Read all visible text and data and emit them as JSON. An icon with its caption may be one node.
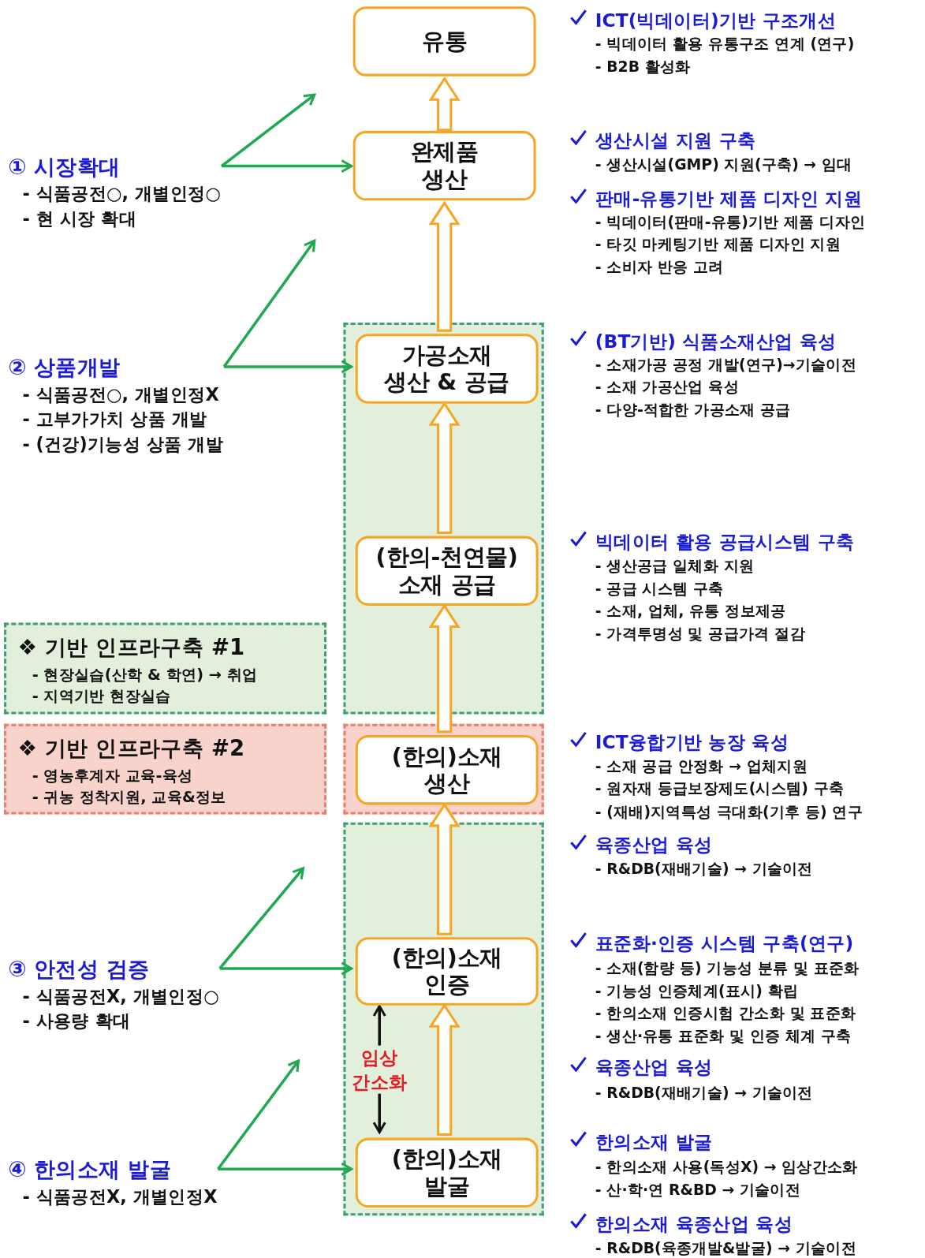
{
  "diagram": {
    "nodes": [
      {
        "text": [
          "유통"
        ]
      },
      {
        "text": [
          "완제품 생산"
        ]
      },
      {
        "text": [],
        "shape": "box"
      },
      {
        "text": [
          "가공소재 생산 & 공급"
        ],
        "in": 2
      },
      {
        "text": [
          "(한의-천연물) 소재 공급"
        ],
        "in": 2
      },
      {
        "text": [],
        "shape": "box"
      },
      {
        "text": [
          "(한의)소재 생산"
        ],
        "in": 5
      },
      {
        "text": [],
        "shape": "box"
      },
      {
        "text": [
          "(한의)소재 인증"
        ],
        "in": 7
      },
      {
        "text": [
          "(한의)소재 발굴"
        ],
        "in": 7
      },
      {
        "text": [
          "① 시장확대",
          "- 식품공전○, 개별인정○",
          "- 현 시장 확대"
        ]
      },
      {
        "text": [
          "② 상품개발",
          "- 식품공전○, 개별인정X",
          "- 고부가가치 상품 개발",
          "- (건강)기능성 상품 개발"
        ]
      },
      {
        "text": [
          "③ 안전성 검증",
          "- 식품공전X, 개별인정○",
          "- 사용량 확대"
        ]
      },
      {
        "text": [
          "④ 한의소재 발굴",
          "- 식품공전X, 개별인정X"
        ]
      },
      {
        "text": [
          "❖ 기반 인프라구축 #1",
          "- 현장실습(산학 & 학연) → 취업",
          "- 지역기반 현장실습"
        ]
      },
      {
        "text": [
          "❖ 기반 인프라구축 #2",
          "- 영농후계자 교육-육성",
          "- 귀농 정착지원, 교육&정보"
        ]
      }
    ],
    "edges": [
      {
        "from": 1,
        "to": 0,
        "arrow": "to",
        "style": "thick"
      },
      {
        "from": 3,
        "to": 1,
        "arrow": "to",
        "style": "thick"
      },
      {
        "from": 4,
        "to": 3,
        "arrow": "to",
        "style": "thick"
      },
      {
        "from": 6,
        "to": 4,
        "arrow": "to",
        "style": "thick"
      },
      {
        "from": 8,
        "to": 6,
        "arrow": "to",
        "style": "thick"
      },
      {
        "from": 9,
        "to": 8,
        "arrow": "to",
        "style": "thick"
      },
      {
        "from": 10,
        "to": null,
        "arrow": "to",
        "color": "#1fa84f"
      },
      {
        "from": 10,
        "to": 1,
        "arrow": "to",
        "color": "#1fa84f"
      },
      {
        "from": 11,
        "to": null,
        "arrow": "to",
        "color": "#1fa84f"
      },
      {
        "from": 11,
        "to": 3,
        "arrow": "to",
        "color": "#1fa84f"
      },
      {
        "from": 12,
        "to": null,
        "arrow": "to",
        "color": "#1fa84f"
      },
      {
        "from": 12,
        "to": 8,
        "arrow": "to",
        "color": "#1fa84f"
      },
      {
        "from": 13,
        "to": null,
        "arrow": "to",
        "color": "#1fa84f"
      },
      {
        "from": 13,
        "to": 9,
        "arrow": "to",
        "color": "#1fa84f"
      },
      {
        "from": 8,
        "to": 9,
        "arrow": "both",
        "label": "임상 간소화",
        "color": "#111111"
      }
    ],
    "labels": [
      "ICT(빅데이터)기반 구조개선",
      "- 빅데이터 활용 유통구조 연계 (연구)",
      "- B2B 활성화",
      "생산시설 지원 구축",
      "- 생산시설(GMP) 지원(구축) → 임대",
      "판매-유통기반 제품 디자인 지원",
      "- 빅데이터(판매-유통)기반 제품 디자인",
      "- 타깃 마케팅기반 제품 디자인 지원",
      "- 소비자 반응 고려",
      "(BT기반) 식품소재산업 육성",
      "- 소재가공 공정 개발(연구)→기술이전",
      "- 소재 가공산업 육성",
      "- 다양-적합한 가공소재 공급",
      "빅데이터 활용 공급시스템 구축",
      "- 생산공급 일체화 지원",
      "- 공급 시스템 구축",
      "- 소재, 업체, 유통 정보제공",
      "- 가격투명성 및 공급가격 절감",
      "ICT융합기반 농장 육성",
      "- 소재 공급 안정화 → 업체지원",
      "- 원자재 등급보장제도(시스템) 구축",
      "- (재배)지역특성 극대화(기후 등) 연구",
      "육종산업 육성",
      "- R&DB(재배기술) → 기술이전",
      "표준화·인증 시스템 구축(연구)",
      "- 소재(함량 등) 기능성 분류 및 표준화",
      "- 기능성 인증체계(표시) 확립",
      "- 한의소재 인증시험 간소화 및 표준화",
      "- 생산·유통 표준화 및 인증 체계 구축",
      "육종산업 육성",
      "- R&DB(재배기술) → 기술이전",
      "한의소재 발굴",
      "- 한의소재 사용(독성X) → 임상간소화",
      "- 산·학·연 R&BD → 기술이전",
      "한의소재 육종산업 육성",
      "- R&DB(육종개발&발굴) → 기술이전"
    ]
  }
}
